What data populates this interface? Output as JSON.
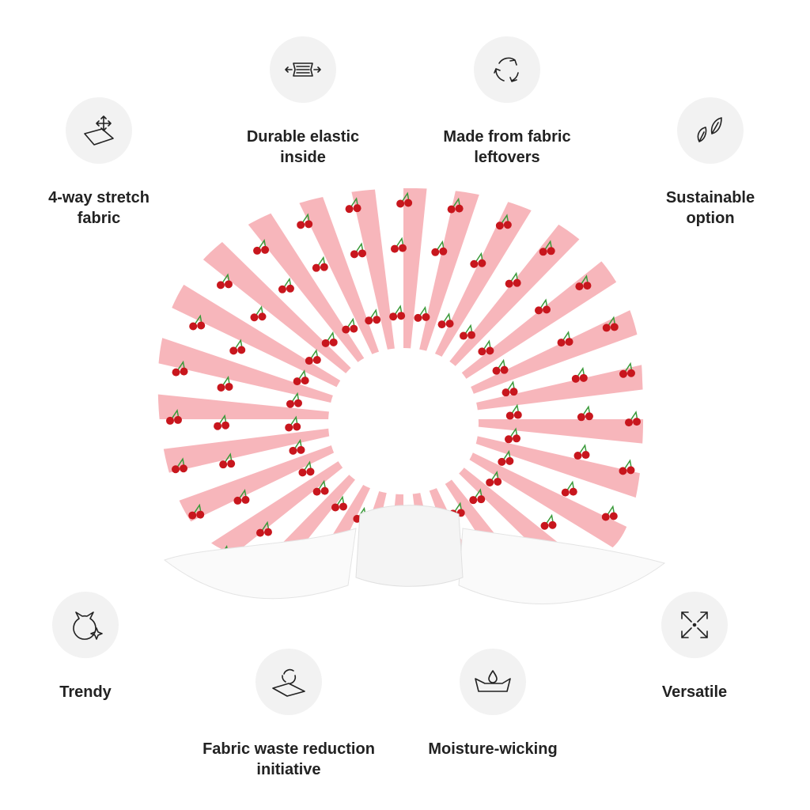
{
  "features": [
    {
      "id": "stretch",
      "icon": "four-way-arrows-fabric-icon",
      "lines": [
        "4-way stretch",
        "fabric"
      ]
    },
    {
      "id": "elastic",
      "icon": "elastic-band-icon",
      "lines": [
        "Durable elastic",
        "inside"
      ]
    },
    {
      "id": "leftovers",
      "icon": "recycle-arrows-icon",
      "lines": [
        "Made from fabric",
        "leftovers"
      ]
    },
    {
      "id": "sustainable",
      "icon": "leaves-icon",
      "lines": [
        "Sustainable",
        "option"
      ]
    },
    {
      "id": "trendy",
      "icon": "cat-sparkle-icon",
      "lines": [
        "Trendy"
      ]
    },
    {
      "id": "waste",
      "icon": "fabric-recycle-icon",
      "lines": [
        "Fabric waste reduction",
        "initiative"
      ]
    },
    {
      "id": "moisture",
      "icon": "water-drop-fabric-icon",
      "lines": [
        "Moisture-wicking"
      ]
    },
    {
      "id": "versatile",
      "icon": "expand-arrows-icon",
      "lines": [
        "Versatile"
      ]
    }
  ],
  "colors": {
    "stripe": "#f7b6bb",
    "cherry": "#c8161d",
    "stem": "#3a9a3a",
    "circle": "#f2f2f2",
    "text": "#222222"
  }
}
